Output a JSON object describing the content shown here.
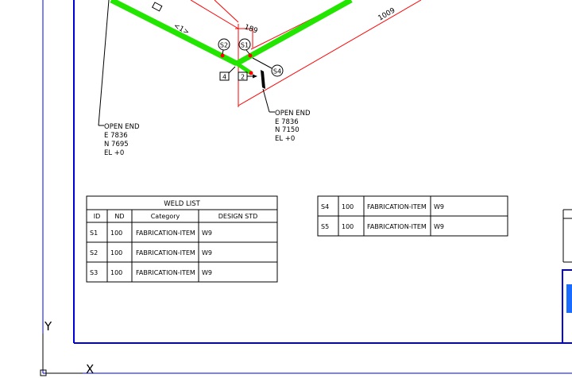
{
  "labels": {
    "pipe_ref": "<1>",
    "dim_short": "189",
    "dim_long": "1009",
    "weld_s1": "S1",
    "weld_s2": "S2",
    "weld_s4": "S4",
    "box_4": "4",
    "box_2": "2"
  },
  "open_end_left": {
    "title": "OPEN END",
    "e": "E 7836",
    "n": "N 7695",
    "el": "EL +0"
  },
  "open_end_right": {
    "title": "OPEN END",
    "e": "E 7836",
    "n": "N 7150",
    "el": "EL +0"
  },
  "weld_list": {
    "title": "WELD LIST",
    "headers": [
      "ID",
      "ND",
      "Category",
      "DESIGN STD"
    ],
    "rows": [
      [
        "S1",
        "100",
        "FABRICATION-ITEM",
        "W9"
      ],
      [
        "S2",
        "100",
        "FABRICATION-ITEM",
        "W9"
      ],
      [
        "S3",
        "100",
        "FABRICATION-ITEM",
        "W9"
      ]
    ]
  },
  "weld_list_cont": {
    "rows": [
      [
        "S4",
        "100",
        "FABRICATION-ITEM",
        "W9"
      ],
      [
        "S5",
        "100",
        "FABRICATION-ITEM",
        "W9"
      ]
    ]
  },
  "axis": {
    "x": "X",
    "y": "Y"
  },
  "colors": {
    "pipe": "#22e600",
    "dimension": "#ff0000",
    "border": "#0000dd",
    "weld_dot": "#ff0000",
    "title_block_fill": "#1a6bff"
  }
}
